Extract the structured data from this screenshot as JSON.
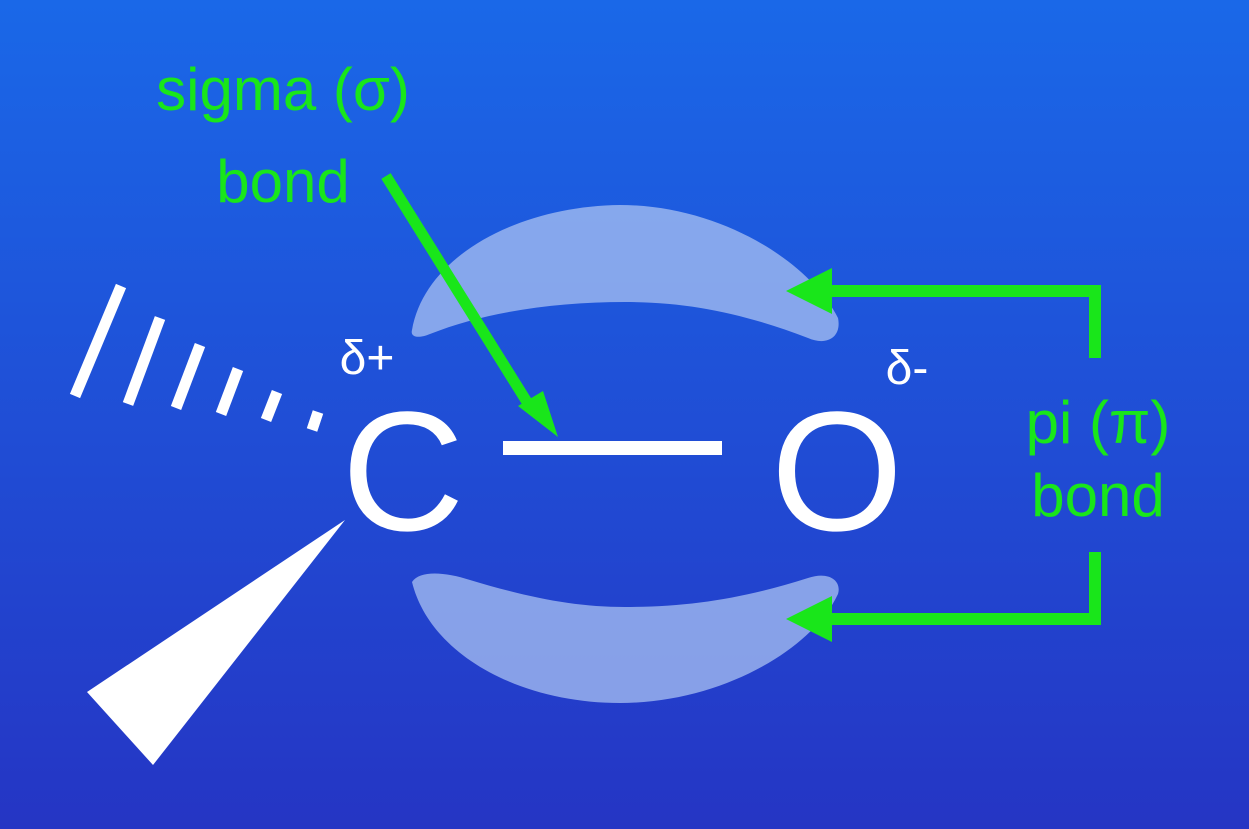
{
  "labels": {
    "sigma_line1": "sigma (σ)",
    "sigma_line2": "bond",
    "pi_line1": "pi (π)",
    "pi_line2": "bond",
    "carbon": "C",
    "oxygen": "O",
    "delta_plus": "δ+",
    "delta_minus": "δ-"
  },
  "colors": {
    "background_top": "#1a66e6",
    "background_bottom": "#2436c4",
    "label_green": "#19e61a",
    "atom_white": "#ffffff",
    "pi_lobe": "#a9c2f2"
  },
  "icons": {
    "wedge_bond": "solid-wedge",
    "dash_bond": "hashed-wedge",
    "arrow": "green-arrow"
  }
}
